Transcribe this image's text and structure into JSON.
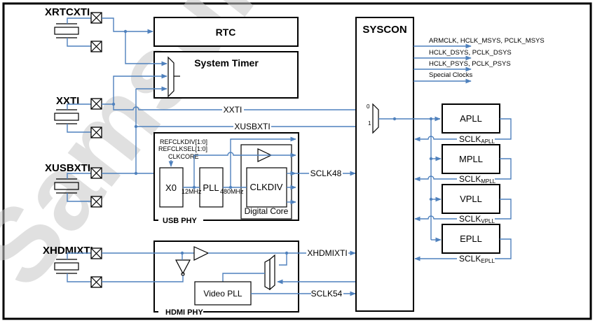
{
  "watermark": "Samsung Confidential",
  "pins": {
    "xrtcxti": "XRTCXTI",
    "xxti": "XXTI",
    "xusbxti": "XUSBXTI",
    "xhdmixti": "XHDMIXTI"
  },
  "blocks": {
    "rtc": "RTC",
    "system_timer": "System Timer",
    "syscon": "SYSCON",
    "usb_phy": "USB PHY",
    "hdmi_phy": "HDMI PHY",
    "xo": "X0",
    "pll": "PLL",
    "clkdiv": "CLKDIV",
    "digital_core": "Digital Core",
    "video_pll": "Video PLL",
    "apll": "APLL",
    "mpll": "MPLL",
    "vpll": "VPLL",
    "epll": "EPLL"
  },
  "usb_controls": [
    "REFCLKDIV[1:0]",
    "REFCLKSEL[1:0]",
    "CLKCORE"
  ],
  "freqs": {
    "xo_out": "12MHz",
    "pll_out": "480MHz"
  },
  "signals": {
    "xxti": "XXTI",
    "xusbxti": "XUSBXTI",
    "sclk48": "SCLK48",
    "xhdmixti": "XHDMIXTI",
    "sclk54": "SCLK54"
  },
  "mux_inputs": [
    "0",
    "1"
  ],
  "syscon_outputs": [
    "ARMCLK, HCLK_MSYS, PCLK_MSYS",
    "HCLK_DSYS, PCLK_DSYS",
    "HCLK_PSYS, PCLK_PSYS",
    "Special Clocks"
  ],
  "pll_feedback": [
    {
      "base": "SCLK",
      "sub": "APLL"
    },
    {
      "base": "SCLK",
      "sub": "MPLL"
    },
    {
      "base": "SCLK",
      "sub": "VPLL"
    },
    {
      "base": "SCLK",
      "sub": "EPLL"
    }
  ],
  "colors": {
    "wire": "#4f81bd",
    "outline": "#000000",
    "watermark": "#c8c8c8"
  }
}
